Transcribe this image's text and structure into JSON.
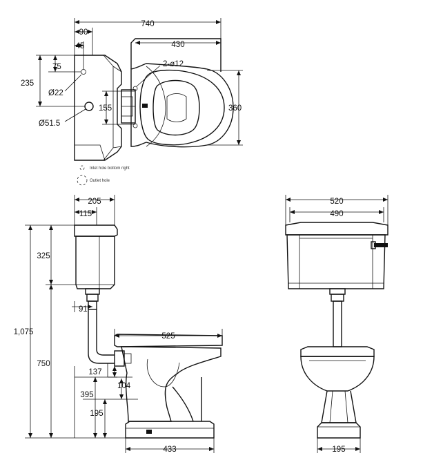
{
  "dimensions": {
    "top_width": "740",
    "tank_depth": "90",
    "inlet_offset": "45",
    "bowl_length_top": "430",
    "fixing_holes": "2-ø12",
    "inlet_from_edge": "75",
    "tank_outline": "235",
    "inlet_diameter": "Ø22",
    "bracket_height": "155",
    "outlet_diameter": "Ø51.5",
    "seat_width": "360",
    "side_tank_depth": "205",
    "side_tank_inner": "115",
    "tank_height": "325",
    "total_height": "1,075",
    "flush_offset": "91",
    "pan_length": "525",
    "cistern_mount_height": "750",
    "pipe_offset": "137",
    "outlet_height": "395",
    "outlet_size": "104",
    "floor_outlet": "195",
    "base_length": "433",
    "front_tank_width": "520",
    "front_tank_inner": "490",
    "front_base_width": "195"
  },
  "legend": {
    "inlet": "Inlet hole bottom right",
    "outlet": "Outlet hole"
  }
}
